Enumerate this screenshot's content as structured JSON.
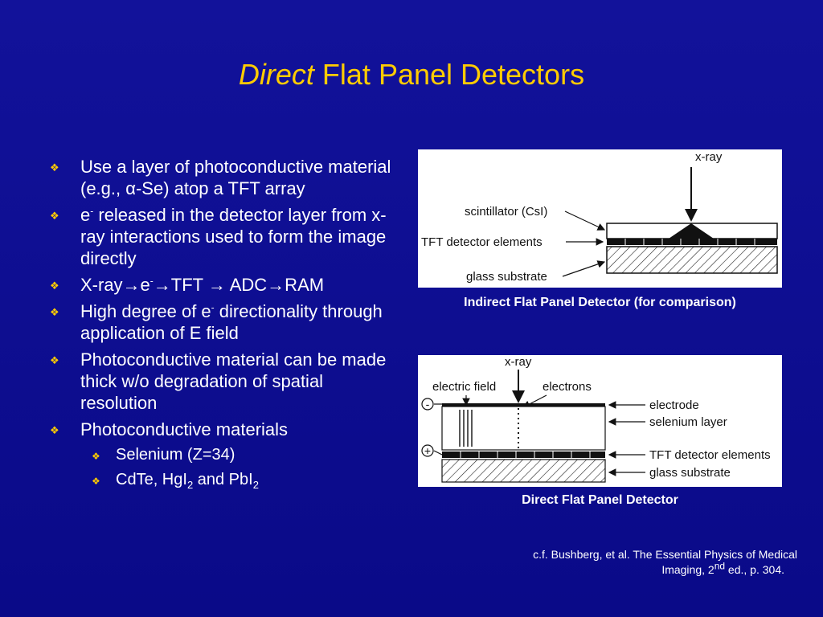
{
  "title": {
    "emphasis": "Direct",
    "rest": " Flat Panel Detectors"
  },
  "bullets": {
    "b1": "Use a layer of photoconductive material (e.g., α-Se) atop a TFT array",
    "b2_e": "e",
    "b2_sup": "-",
    "b2_rest": " released in the detector layer from x-ray interactions used to form the image directly",
    "b3_a": "X-ray→e",
    "b3_sup": "-",
    "b3_b": "→TFT → ADC→RAM",
    "b4_a": "High degree of e",
    "b4_sup": "-",
    "b4_b": " directionality through application of E field",
    "b5": "Photoconductive material can be made thick w/o degradation of spatial resolution",
    "b6": "Photoconductive materials",
    "s1": "Selenium (Z=34)",
    "s2_a": "CdTe, HgI",
    "s2_sub1": "2",
    "s2_b": " and PbI",
    "s2_sub2": "2"
  },
  "figure1": {
    "xray": "x-ray",
    "scintillator": "scintillator (CsI)",
    "tft": "TFT detector elements",
    "glass": "glass substrate",
    "caption": "Indirect Flat Panel Detector (for comparison)"
  },
  "figure2": {
    "xray": "x-ray",
    "efield": "electric field",
    "electrons": "electrons",
    "minus": "-",
    "plus": "+",
    "electrode": "electrode",
    "selenium": "selenium layer",
    "tft": "TFT detector elements",
    "glass": "glass substrate",
    "caption": "Direct Flat Panel Detector"
  },
  "citation": {
    "line1": "c.f. Bushberg, et al. The Essential Physics of Medical",
    "line2_a": "Imaging, 2",
    "line2_sup": "nd",
    "line2_b": " ed., p. 304."
  },
  "colors": {
    "background": "#0b0b8c",
    "title": "#ffcc00",
    "bullet_mark": "#ffcc00",
    "text": "#ffffff"
  }
}
